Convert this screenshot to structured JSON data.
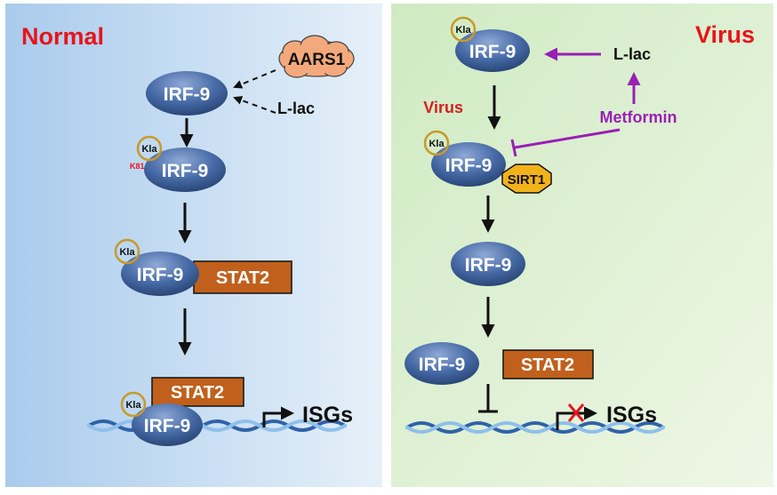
{
  "panels": {
    "normal": {
      "title": "Normal"
    },
    "virus": {
      "title": "Virus"
    }
  },
  "labels": {
    "irf9": "IRF-9",
    "stat2": "STAT2",
    "kla": "Kla",
    "k81": "K81",
    "aars1": "AARS1",
    "llac": "L-lac",
    "virus_arrow": "Virus",
    "metformin": "Metformin",
    "sirt1": "SIRT1",
    "isgs": "ISGs"
  },
  "colors": {
    "title_red": "#e8141a",
    "virus_label": "#d42020",
    "metformin_purple": "#9a1fb5",
    "stat2_fill": "#c0601c",
    "sirt1_fill": "#f2b21b",
    "aars1_fill": "#f4a97c",
    "kla_ring": "#c79a2a",
    "normal_bg": "#bcd6ee",
    "virus_bg": "#d9efcf",
    "inhibited_x": "#e8141a"
  }
}
